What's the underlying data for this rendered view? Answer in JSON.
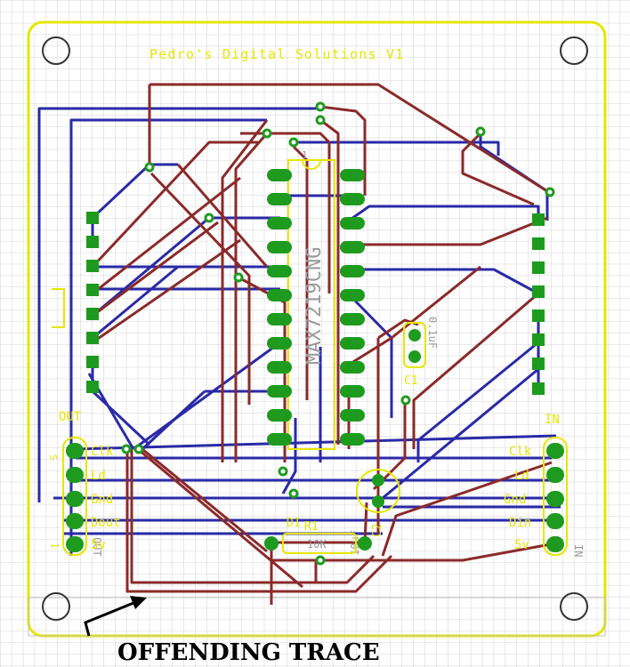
{
  "board": {
    "title": "Pedro's Digital Solutions V1",
    "chip_label": "MAX7219CNG",
    "chip_pin1": "1",
    "cap1_label": "C1",
    "cap1_value": "0.1uF",
    "cap2_label": "C2",
    "cap2_value": "10uF",
    "resistor_label": "R1",
    "resistor_value": "10K",
    "diode_label": "D1",
    "out_header": {
      "title": "OUT",
      "pin_top": "5",
      "pin_bottom": "1",
      "side_label": "OUT",
      "pins": [
        "Clk",
        "Ld",
        "Gnd",
        "Dout",
        "5v"
      ]
    },
    "in_header": {
      "title": "IN",
      "side_label": "IN",
      "pins": [
        "Clk",
        "Ld",
        "Gnd",
        "Din",
        "5v"
      ]
    },
    "caption": "OFFENDING TRACE"
  },
  "colors": {
    "background": "#ffffff",
    "grid": "#c8c8c8",
    "board_fill": "#ffffff",
    "outline": "#e6e600",
    "top_trace": "#8b2a2a",
    "bottom_trace": "#2a2aa8",
    "pad": "#1e9b1e",
    "drill": "#2a2aa8",
    "silk": "#e6e600",
    "label_gray": "#9a9a9a",
    "caption": "#000000"
  }
}
